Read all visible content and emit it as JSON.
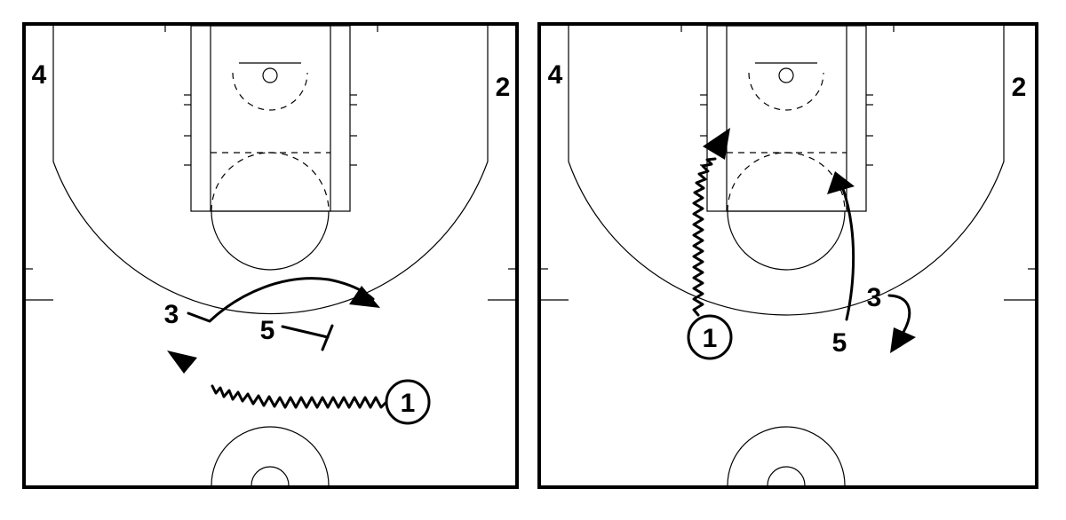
{
  "diagrams": [
    {
      "players": {
        "p1": "1",
        "p2": "2",
        "p3": "3",
        "p4": "4",
        "p5": "5"
      }
    },
    {
      "players": {
        "p1": "1",
        "p2": "2",
        "p3": "3",
        "p4": "4",
        "p5": "5"
      }
    }
  ],
  "colors": {
    "ink": "#000000",
    "background": "#ffffff"
  }
}
